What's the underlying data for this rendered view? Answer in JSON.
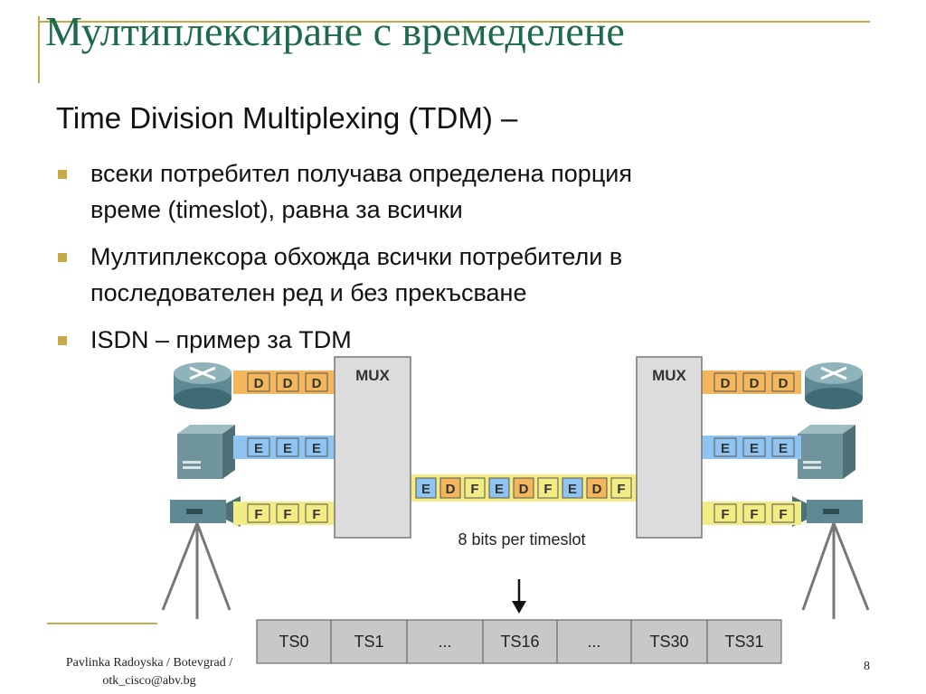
{
  "slide": {
    "title": "Мултиплексиране с времеделене",
    "subtitle": "Time Division Multiplexing (TDM) –",
    "bullets": [
      {
        "line1": "всеки потребител получава определена порция",
        "line2": "време (timeslot), равна за всички"
      },
      {
        "line1": "Мултиплексора обхожда всички потребители в",
        "line2": "последователен ред и без прекъсване"
      },
      {
        "line1": "ISDN – пример за TDM",
        "line2": ""
      }
    ],
    "footer_line1": "Pavlinka Radoyska / Botevgrad /",
    "footer_line2": "otk_cisco@abv.bg",
    "page_number": "8"
  },
  "diagram": {
    "mux_left": "MUX",
    "mux_right": "MUX",
    "row_d": [
      "D",
      "D",
      "D"
    ],
    "row_e": [
      "E",
      "E",
      "E"
    ],
    "row_f": [
      "F",
      "F",
      "F"
    ],
    "trunk": [
      "E",
      "D",
      "F",
      "E",
      "D",
      "F",
      "E",
      "D",
      "F"
    ],
    "trunk_caption": "8 bits per timeslot",
    "timeslots": [
      "TS0",
      "TS1",
      "...",
      "TS16",
      "...",
      "TS30",
      "TS31"
    ],
    "colors": {
      "d": "#f4b65c",
      "e": "#8fc3f1",
      "f": "#f3ec84",
      "mux": "#dcdcdc",
      "ts": "#c8c8c8"
    },
    "icons": [
      "router-icon",
      "server-icon",
      "video-camera-icon"
    ]
  }
}
